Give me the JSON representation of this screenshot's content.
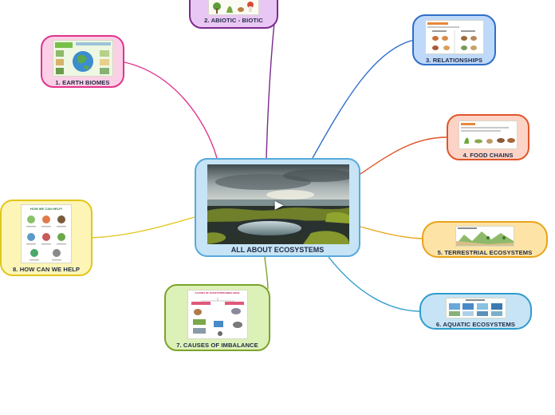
{
  "central": {
    "label": "ALL ABOUT ECOSYSTEMS",
    "play_icon": "play-icon"
  },
  "nodes": [
    {
      "id": "earth-biomes",
      "label": "1. EARTH BIOMES",
      "fill": "#fbd0e6",
      "stroke": "#e0348c"
    },
    {
      "id": "abiotic-biotic",
      "label": "2. ABIOTIC - BIOTIC",
      "fill": "#e9c7f4",
      "stroke": "#7b2a8e"
    },
    {
      "id": "relationships",
      "label": "3. RELATIONSHIPS",
      "fill": "#bfd9fb",
      "stroke": "#2f6fc8"
    },
    {
      "id": "food-chains",
      "label": "4. FOOD CHAINS",
      "fill": "#fcd3c6",
      "stroke": "#e0562a"
    },
    {
      "id": "terrestrial-ecosystems",
      "label": "5. TERRESTRIAL ECOSYSTEMS",
      "fill": "#fde3a6",
      "stroke": "#e8a419"
    },
    {
      "id": "aquatic-ecosystems",
      "label": "6. AQUATIC ECOSYSTEMS",
      "fill": "#c6e4f5",
      "stroke": "#2f9ccc"
    },
    {
      "id": "causes-of-imbalance",
      "label": "7. CAUSES OF IMBALANCE",
      "fill": "#dcf1b8",
      "stroke": "#7ca32a"
    },
    {
      "id": "how-can-we-help",
      "label": "8. HOW CAN WE HELP",
      "fill": "#fdf5b6",
      "stroke": "#e2c61a"
    }
  ],
  "thumbnails": {
    "how_can_we_help_title": "HOW WE CAN HELP!",
    "causes_title": "CAUSES OF ECOSYSTEM IMBALANCE"
  }
}
